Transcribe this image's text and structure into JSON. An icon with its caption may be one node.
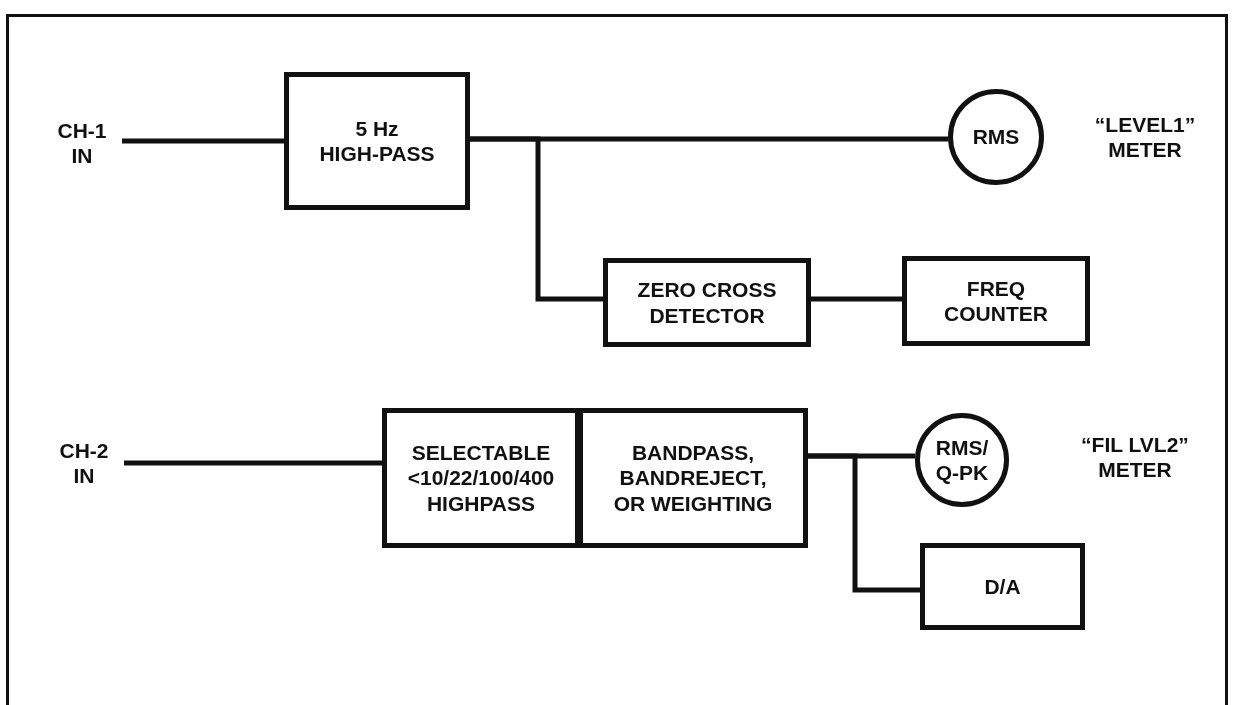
{
  "diagram": {
    "nodes": [
      {
        "text": [
          "CH-1 IN"
        ]
      },
      {
        "text": [
          "5 Hz HIGH-PASS"
        ]
      },
      {
        "text": [
          "RMS"
        ],
        "beside": [
          "“LEVEL1” METER"
        ]
      },
      {
        "text": [
          "ZERO CROSS DETECTOR"
        ]
      },
      {
        "text": [
          "FREQ COUNTER"
        ]
      },
      {
        "text": [
          "CH-2 IN"
        ]
      },
      {
        "text": [
          "SELECTABLE <10/22/100/400 HIGHPASS"
        ]
      },
      {
        "text": [
          "BANDPASS, BANDREJECT, OR WEIGHTING"
        ]
      },
      {
        "text": [
          "RMS/ Q-PK"
        ],
        "beside": [
          "“FIL LVL2” METER"
        ]
      },
      {
        "text": [
          "D/A"
        ]
      }
    ],
    "edges": [
      {
        "from": 0,
        "to": 1,
        "arrow": "none"
      },
      {
        "from": 1,
        "to": 2,
        "arrow": "none"
      },
      {
        "from": 1,
        "to": 3,
        "arrow": "none"
      },
      {
        "from": 3,
        "to": 4,
        "arrow": "none"
      },
      {
        "from": 5,
        "to": 6,
        "arrow": "none"
      },
      {
        "from": 7,
        "to": 8,
        "arrow": "none"
      },
      {
        "from": 7,
        "to": 9,
        "arrow": "none"
      }
    ]
  }
}
